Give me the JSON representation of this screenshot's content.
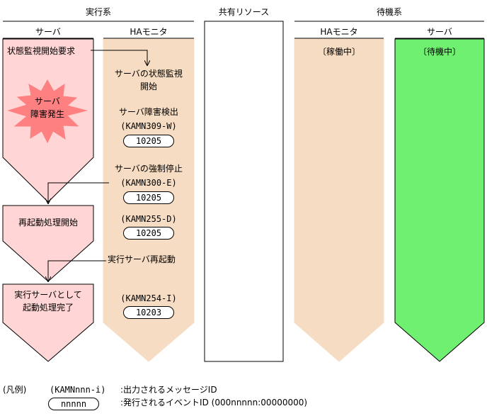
{
  "groups": {
    "active": "実行系",
    "shared": "共有リソース",
    "standby": "待機系"
  },
  "columns": {
    "active_server": "サーバ",
    "active_ha": "HAモニタ",
    "standby_ha": "HAモニタ",
    "standby_server": "サーバ"
  },
  "status": {
    "standby_ha": "〔稼働中〕",
    "standby_server": "〔待機中〕"
  },
  "server_steps": {
    "s1": "状態監視開始要求",
    "burst": [
      "サーバ",
      "障害発生"
    ],
    "s2": "再起動処理開始",
    "s3": [
      "実行サーバとして",
      "起動処理完了"
    ]
  },
  "ha_steps": {
    "h1": [
      "サーバの状態監視",
      "開始"
    ],
    "h2": "サーバ障害検出",
    "h2_msg": "(KAMN309-W)",
    "h2_event": "10205",
    "h3": "サーバの強制停止",
    "h3_msg": "(KAMN300-E)",
    "h3_event": "10205",
    "h4_msg": "(KAMN255-D)",
    "h4_event": "10205",
    "h5": "実行サーバ再起動",
    "h6_msg": "(KAMN254-I)",
    "h6_event": "10203"
  },
  "legend": {
    "title": "(凡例)",
    "msg_sample": "(KAMNnnn-i)",
    "msg_desc": ":出力されるメッセージID",
    "event_sample": "nnnnn",
    "event_desc": ":発行されるイベントID (000nnnnn:00000000)"
  },
  "colors": {
    "server_fill": "#ffd5d5",
    "ha_fill": "#f6dcc2",
    "standby_server_fill": "#70f070",
    "burst_fill": "#ff8080"
  }
}
